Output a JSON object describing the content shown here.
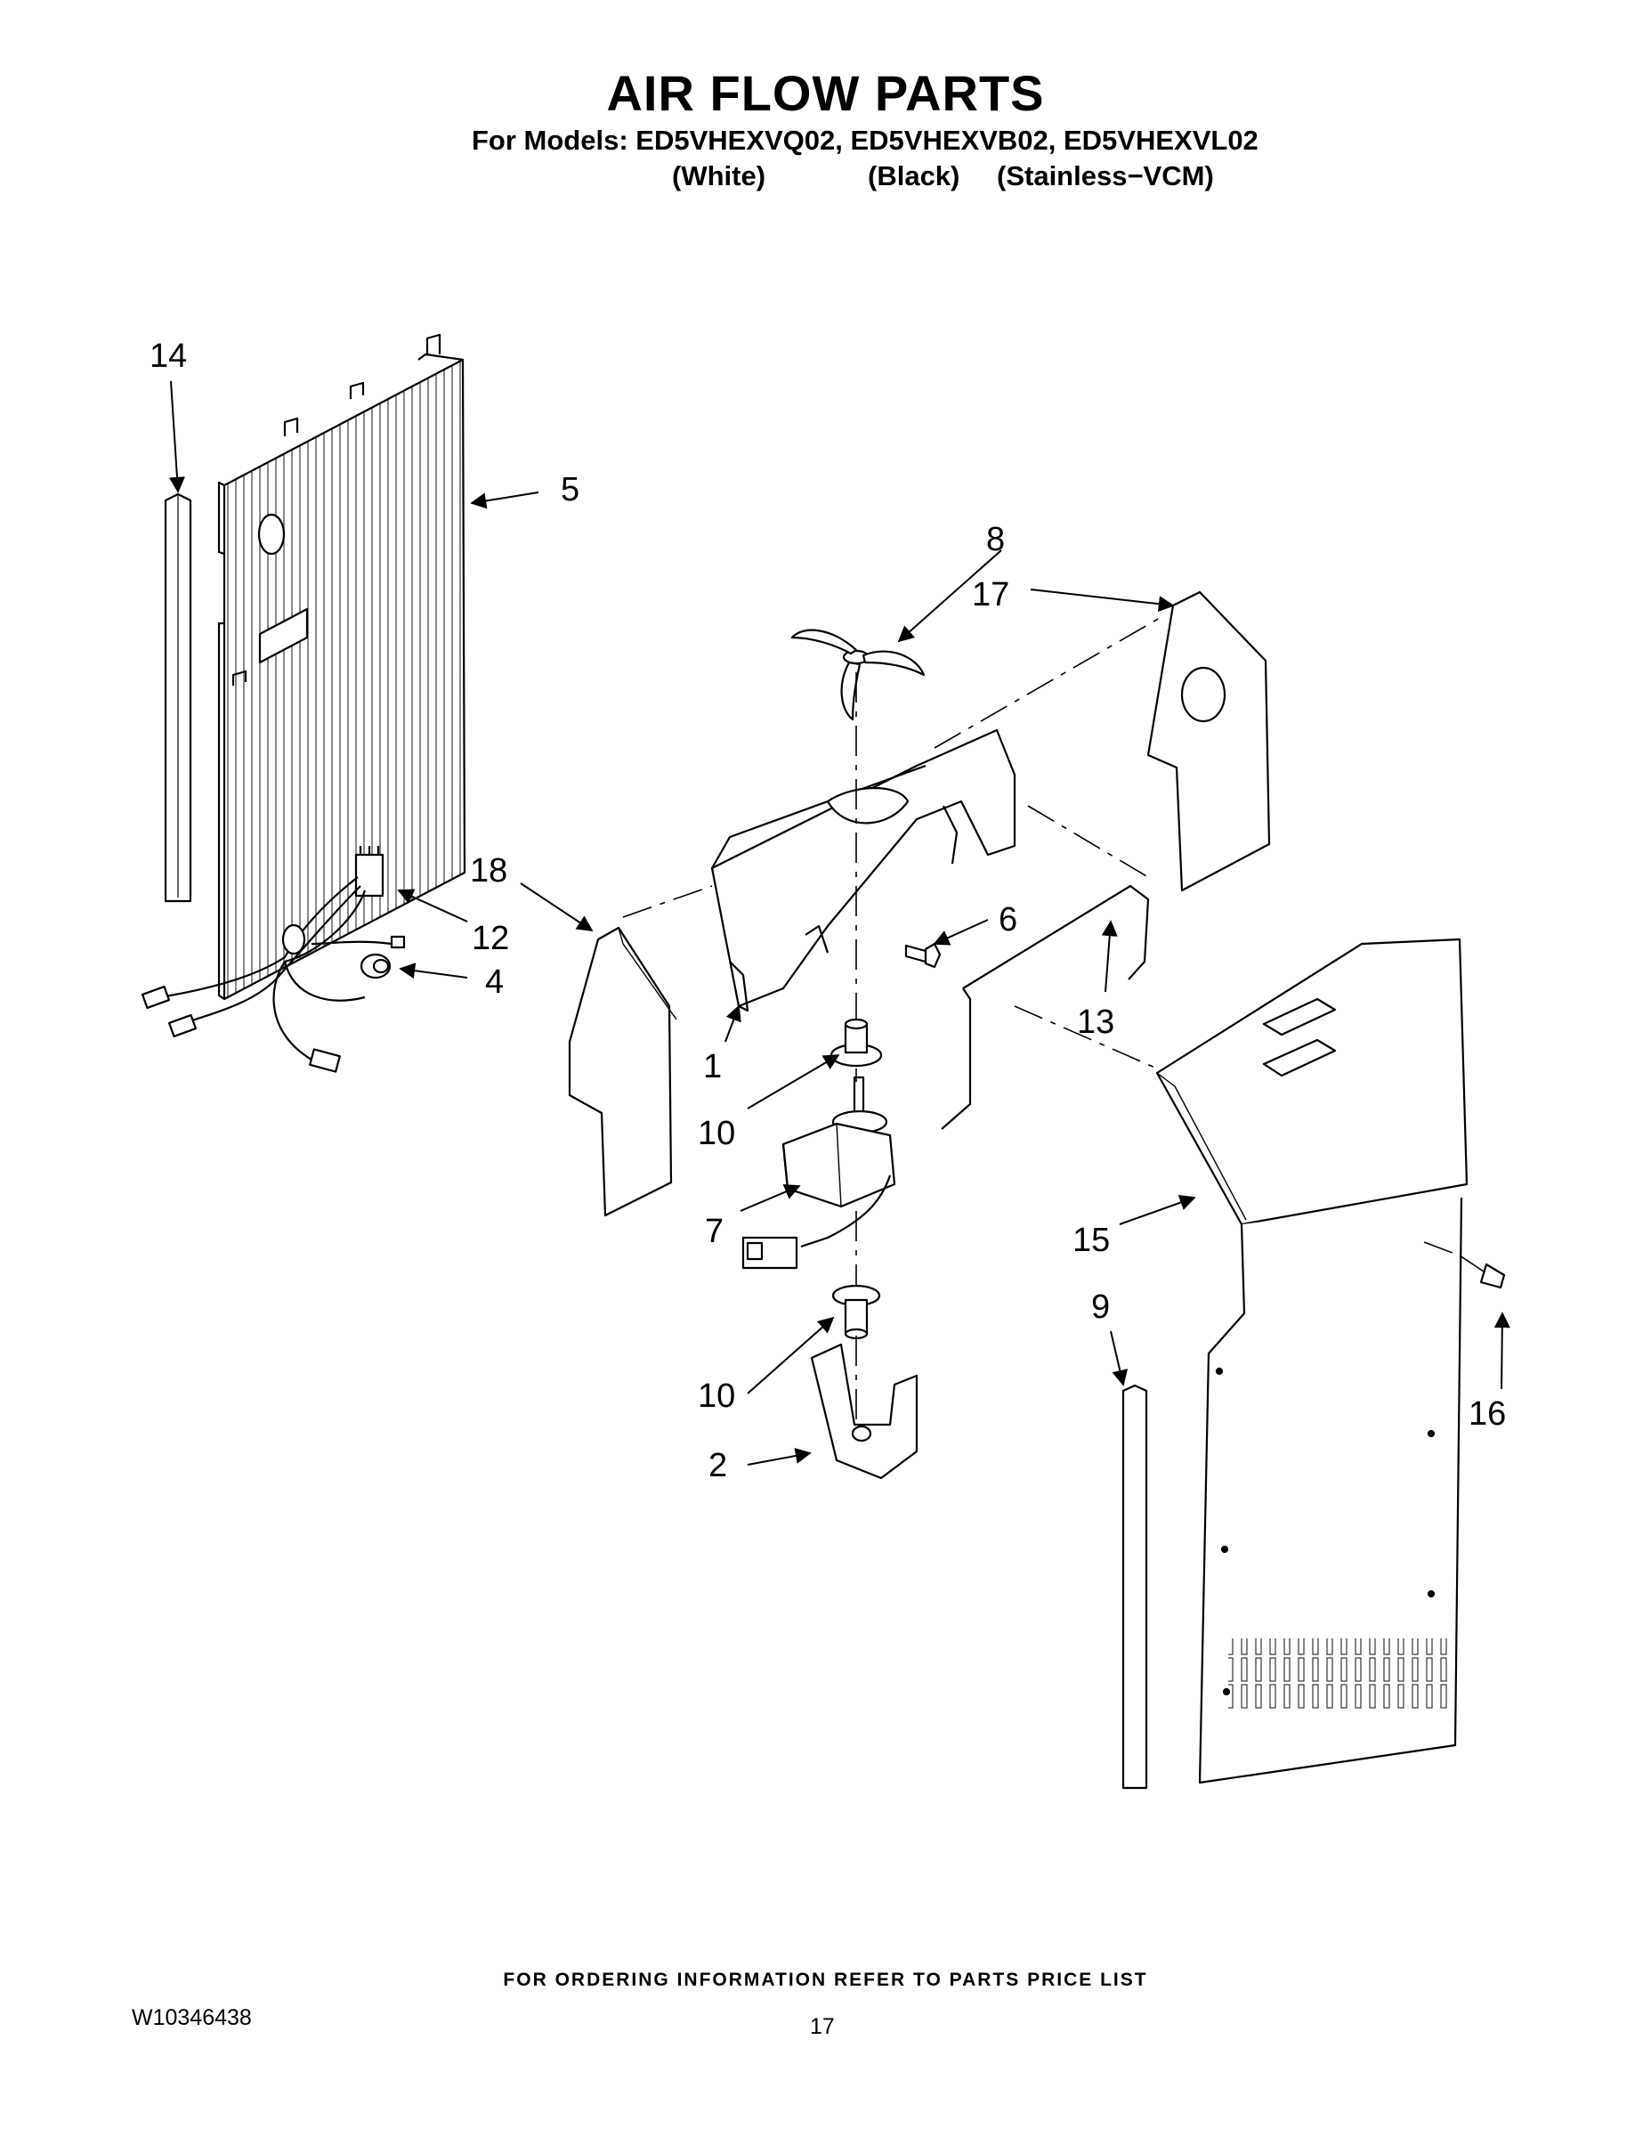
{
  "header": {
    "title": "AIR FLOW PARTS",
    "models_line": "For Models: ED5VHEXVQ02, ED5VHEXVB02, ED5VHEXVL02",
    "variants": [
      "(White)",
      "(Black)",
      "(Stainless−VCM)"
    ]
  },
  "callouts": {
    "c1": "1",
    "c2": "2",
    "c4": "4",
    "c5": "5",
    "c6": "6",
    "c7": "7",
    "c8": "8",
    "c9": "9",
    "c10a": "10",
    "c10b": "10",
    "c12": "12",
    "c13": "13",
    "c14": "14",
    "c15": "15",
    "c16": "16",
    "c17": "17",
    "c18": "18"
  },
  "footer": {
    "ordering_note": "FOR ORDERING INFORMATION REFER TO PARTS PRICE LIST",
    "doc_number": "W10346438",
    "page_number": "17"
  }
}
